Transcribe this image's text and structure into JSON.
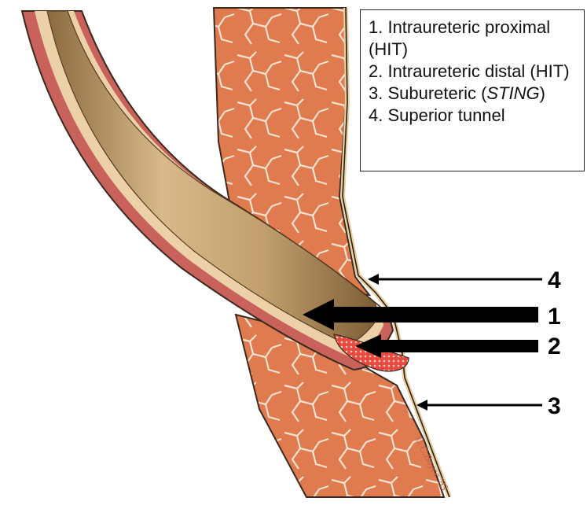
{
  "legend": {
    "items": [
      {
        "prefix": "1. Intraureteric proximal (HIT)",
        "italic": "",
        "suffix": ""
      },
      {
        "prefix": "2. Intraureteric distal (HIT)",
        "italic": "",
        "suffix": ""
      },
      {
        "prefix": "3. Subureteric (",
        "italic": "STING",
        "suffix": ")"
      },
      {
        "prefix": "4. Superior tunnel",
        "italic": "",
        "suffix": ""
      }
    ]
  },
  "arrows": [
    {
      "label": "4"
    },
    {
      "label": "1"
    },
    {
      "label": "2"
    },
    {
      "label": "3"
    }
  ],
  "signature": "© C.Boyce '83",
  "colors": {
    "muscle": "#e07a4f",
    "muscle_fissure": "#fbe3cf",
    "ureter_lumen": "#c9a676",
    "ureter_wall": "#c9625a",
    "mucosa": "#f0d6a8",
    "injection": "#e94a3f"
  }
}
